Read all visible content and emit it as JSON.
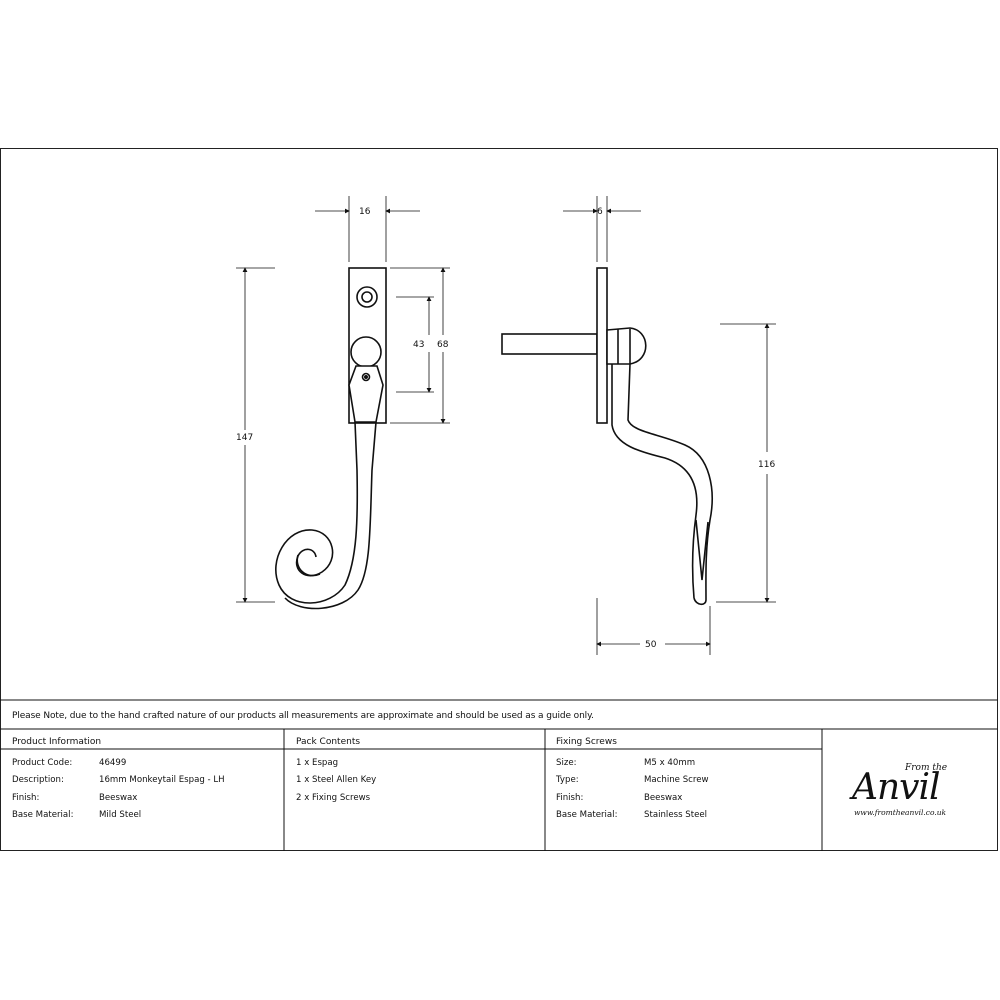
{
  "dimensions": {
    "front_width": "16",
    "side_plate": "6",
    "inner_height": "43",
    "plate_height": "68",
    "total_height": "147",
    "side_height": "116",
    "projection": "50"
  },
  "note": "Please Note, due to the hand crafted nature of our products all measurements are approximate and should be used as a guide only.",
  "product_information": {
    "heading": "Product Information",
    "rows": [
      {
        "label": "Product Code:",
        "value": "46499"
      },
      {
        "label": "Description:",
        "value": "16mm Monkeytail Espag - LH"
      },
      {
        "label": "Finish:",
        "value": "Beeswax"
      },
      {
        "label": "Base Material:",
        "value": "Mild Steel"
      }
    ]
  },
  "pack_contents": {
    "heading": "Pack Contents",
    "items": [
      "1 x Espag",
      "1 x Steel Allen Key",
      "2 x Fixing Screws"
    ]
  },
  "fixing_screws": {
    "heading": "Fixing Screws",
    "rows": [
      {
        "label": "Size:",
        "value": "M5 x 40mm"
      },
      {
        "label": "Type:",
        "value": "Machine Screw"
      },
      {
        "label": "Finish:",
        "value": "Beeswax"
      },
      {
        "label": "Base Material:",
        "value": "Stainless Steel"
      }
    ]
  },
  "logo": {
    "from_the": "From the",
    "brand": "Anvil",
    "url": "www.fromtheanvil.co.uk"
  }
}
